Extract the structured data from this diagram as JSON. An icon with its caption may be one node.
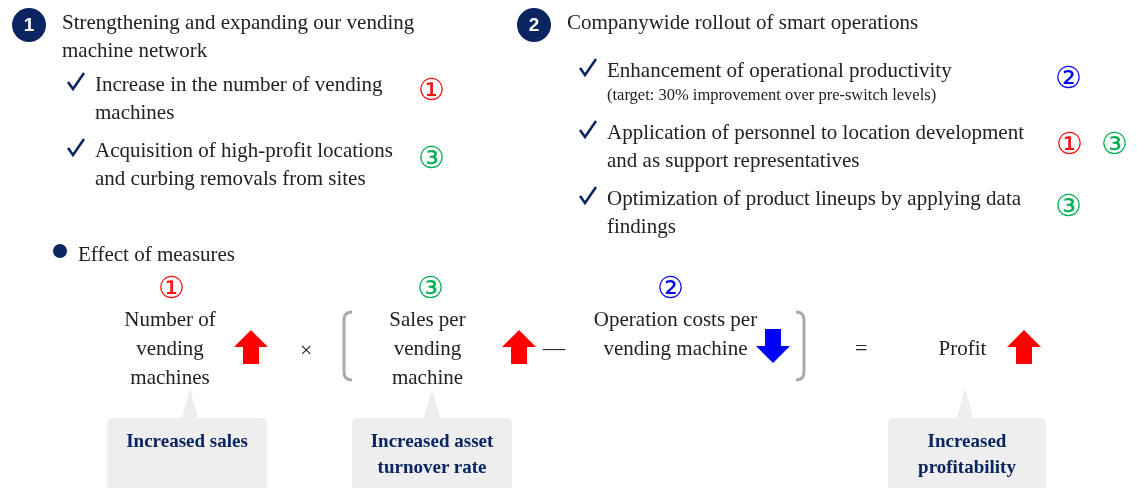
{
  "diagram": {
    "nodes": [
      {
        "text": [
          "1",
          "Strengthening and expanding our vending machine network"
        ]
      },
      {
        "text": [
          "2",
          "Companywide rollout of smart operations"
        ]
      },
      {
        "text": [
          "Increased sales"
        ]
      },
      {
        "text": [
          "Increased asset turnover rate"
        ]
      },
      {
        "text": [
          "Increased profitability"
        ]
      }
    ],
    "labels": [
      "Increase in the number of vending machines",
      "①",
      "Acquisition of high-profit locations and curbing removals from sites",
      "③",
      "Enhancement of operational productivity",
      "(target: 30% improvement over pre-switch levels)",
      "②",
      "Application of personnel to location development and as support representatives",
      "①",
      "③",
      "Optimization of product lineups by applying data findings",
      "③",
      "Effect of measures",
      "①",
      "③",
      "②",
      "Number of vending machines",
      "×",
      "Sales per vending machine",
      "—",
      "Operation costs per vending machine",
      "=",
      "Profit"
    ]
  }
}
